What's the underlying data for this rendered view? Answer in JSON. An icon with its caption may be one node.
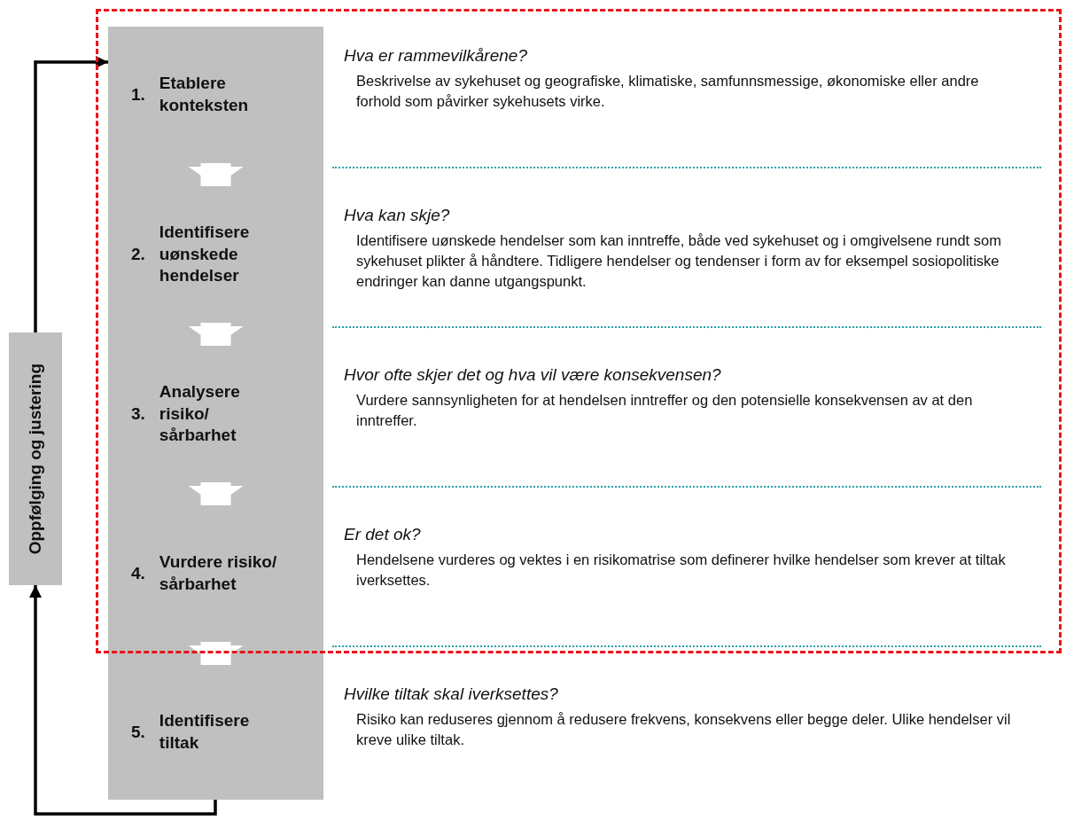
{
  "diagram": {
    "nodes": [
      {
        "text": [],
        "shape": "box"
      },
      {
        "text": [
          "1.",
          "Etablere konteksten"
        ],
        "in": 0,
        "beside": [
          "Hva er rammevilkårene?",
          "Beskrivelse av sykehuset og geografiske, klimatiske, samfunnsmessige, økonomiske eller andre forhold som påvirker sykehusets virke."
        ]
      },
      {
        "text": [
          "2.",
          "Identifisere uønskede hendelser"
        ],
        "in": 0,
        "beside": [
          "Hva kan skje?",
          "Identifisere uønskede hendelser som kan inntreffe, både ved sykehuset og i omgivelsene rundt som sykehuset plikter å håndtere. Tidligere hendelser og tendenser i form av for eksempel sosiopolitiske endringer kan danne utgangspunkt."
        ]
      },
      {
        "text": [
          "3.",
          "Analysere risiko/ sårbarhet"
        ],
        "in": 0,
        "beside": [
          "Hvor ofte skjer det og hva vil være konsekvensen?",
          "Vurdere sannsynligheten for at hendelsen inntreffer og den potensielle konsekvensen av at den inntreffer."
        ]
      },
      {
        "text": [
          "4.",
          "Vurdere risiko/ sårbarhet"
        ],
        "in": 0,
        "beside": [
          "Er det ok?",
          "Hendelsene vurderes og vektes i en risikomatrise som definerer hvilke hendelser som krever at tiltak iverksettes."
        ]
      },
      {
        "text": [
          "5.",
          "Identifisere tiltak"
        ],
        "beside": [
          "Hvilke tiltak skal iverksettes?",
          "Risiko kan reduseres gjennom å redusere frekvens, konsekvens eller begge deler. Ulike hendelser vil kreve ulike tiltak."
        ]
      },
      {
        "text": [
          "Oppfølging og justering"
        ]
      }
    ],
    "edges": [
      {
        "from": 1,
        "to": 2,
        "arrow": "to"
      },
      {
        "from": 2,
        "to": 3,
        "arrow": "to"
      },
      {
        "from": 3,
        "to": 4,
        "arrow": "to"
      },
      {
        "from": 4,
        "to": 5,
        "arrow": "to"
      },
      {
        "from": 5,
        "to": 6,
        "arrow": "to",
        "color": "#000000"
      },
      {
        "from": 6,
        "to": 1,
        "arrow": "to",
        "color": "#000000"
      }
    ]
  }
}
